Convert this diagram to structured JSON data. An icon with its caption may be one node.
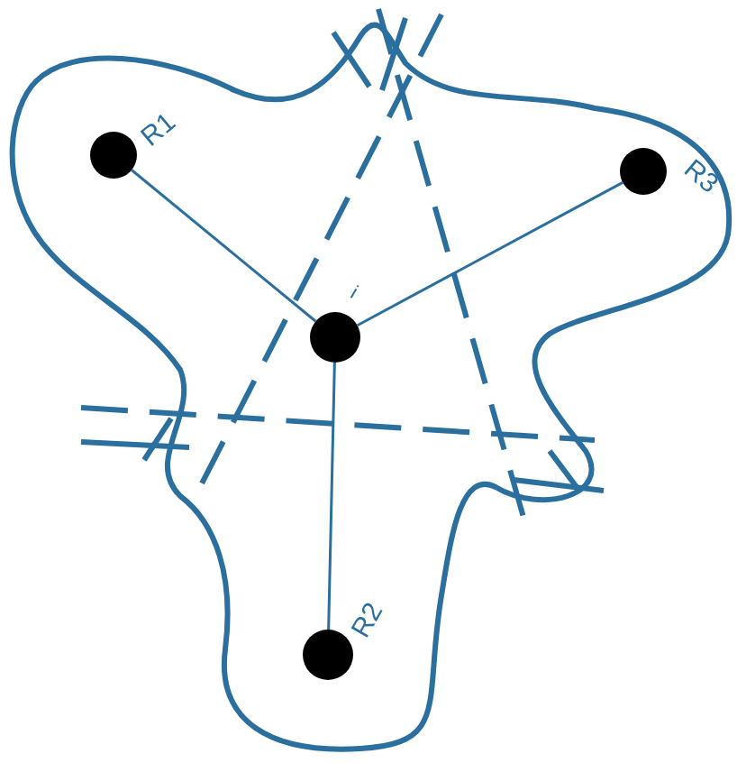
{
  "diagram": {
    "nodes": [
      {
        "text": [],
        "shape": "circle",
        "beside": [
          "R1"
        ]
      },
      {
        "text": [],
        "shape": "circle",
        "beside": [
          "R3"
        ]
      },
      {
        "text": [],
        "shape": "circle",
        "beside": [
          "i"
        ]
      },
      {
        "text": [],
        "shape": "circle",
        "beside": [
          "R2"
        ]
      }
    ],
    "edges": [
      {
        "from": 2,
        "to": 0,
        "arrow": "none"
      },
      {
        "from": 2,
        "to": 1,
        "arrow": "none"
      },
      {
        "from": 2,
        "to": 3,
        "arrow": "none"
      }
    ]
  }
}
